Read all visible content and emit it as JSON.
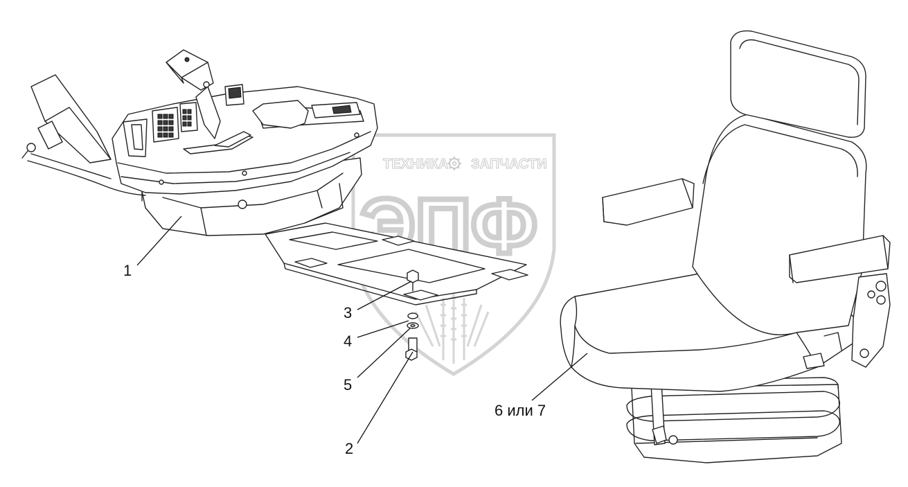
{
  "watermark": {
    "top_text_left": "ТЕХНИКА",
    "top_text_right": "ЗАПЧАСТИ",
    "big_text": "ЭПФ",
    "gear_icon": "gear-icon",
    "color": "#cfcfcf"
  },
  "callouts": [
    {
      "id": "1",
      "text": "1"
    },
    {
      "id": "3",
      "text": "3"
    },
    {
      "id": "4",
      "text": "4"
    },
    {
      "id": "5",
      "text": "5"
    },
    {
      "id": "2",
      "text": "2"
    },
    {
      "id": "6",
      "text": "6 или 7"
    }
  ],
  "line_color": "#222222"
}
